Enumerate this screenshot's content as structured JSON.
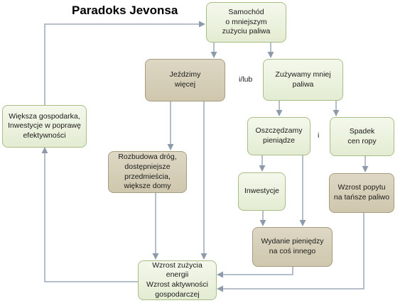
{
  "title": "Paradoks Jevonsa",
  "nodes": {
    "car": "Samochód\no mniejszym\nzużyciu paliwa",
    "drive_more": "Jeździmy\nwięcej",
    "use_less": "Zużywamy mniej\npaliwa",
    "economy": "Większa gospodarka,\nInwestycje w poprawę\nefektywności",
    "save_money": "Oszczędzamy\npieniądze",
    "oil_price": "Spadek\ncen ropy",
    "roads": "Rozbudowa dróg,\ndostępniejsze\nprzedmieścia,\nwiększe domy",
    "investments": "Inwestycje",
    "demand": "Wzrost popytu\nna tańsze paliwo",
    "spending": "Wydanie pieniędzy\nna coś innego",
    "energy": "Wzrost zużycia\nenergii\nWzrost aktywności\ngospodarczej"
  },
  "connectors": {
    "and_or": "i/lub",
    "and": "i"
  },
  "colors": {
    "green_fill": "#eaf1dd",
    "green_border": "#a9bd86",
    "tan_fill": "#d6cfb8",
    "tan_border": "#a59c82",
    "arrow": "#8c9aaa"
  }
}
